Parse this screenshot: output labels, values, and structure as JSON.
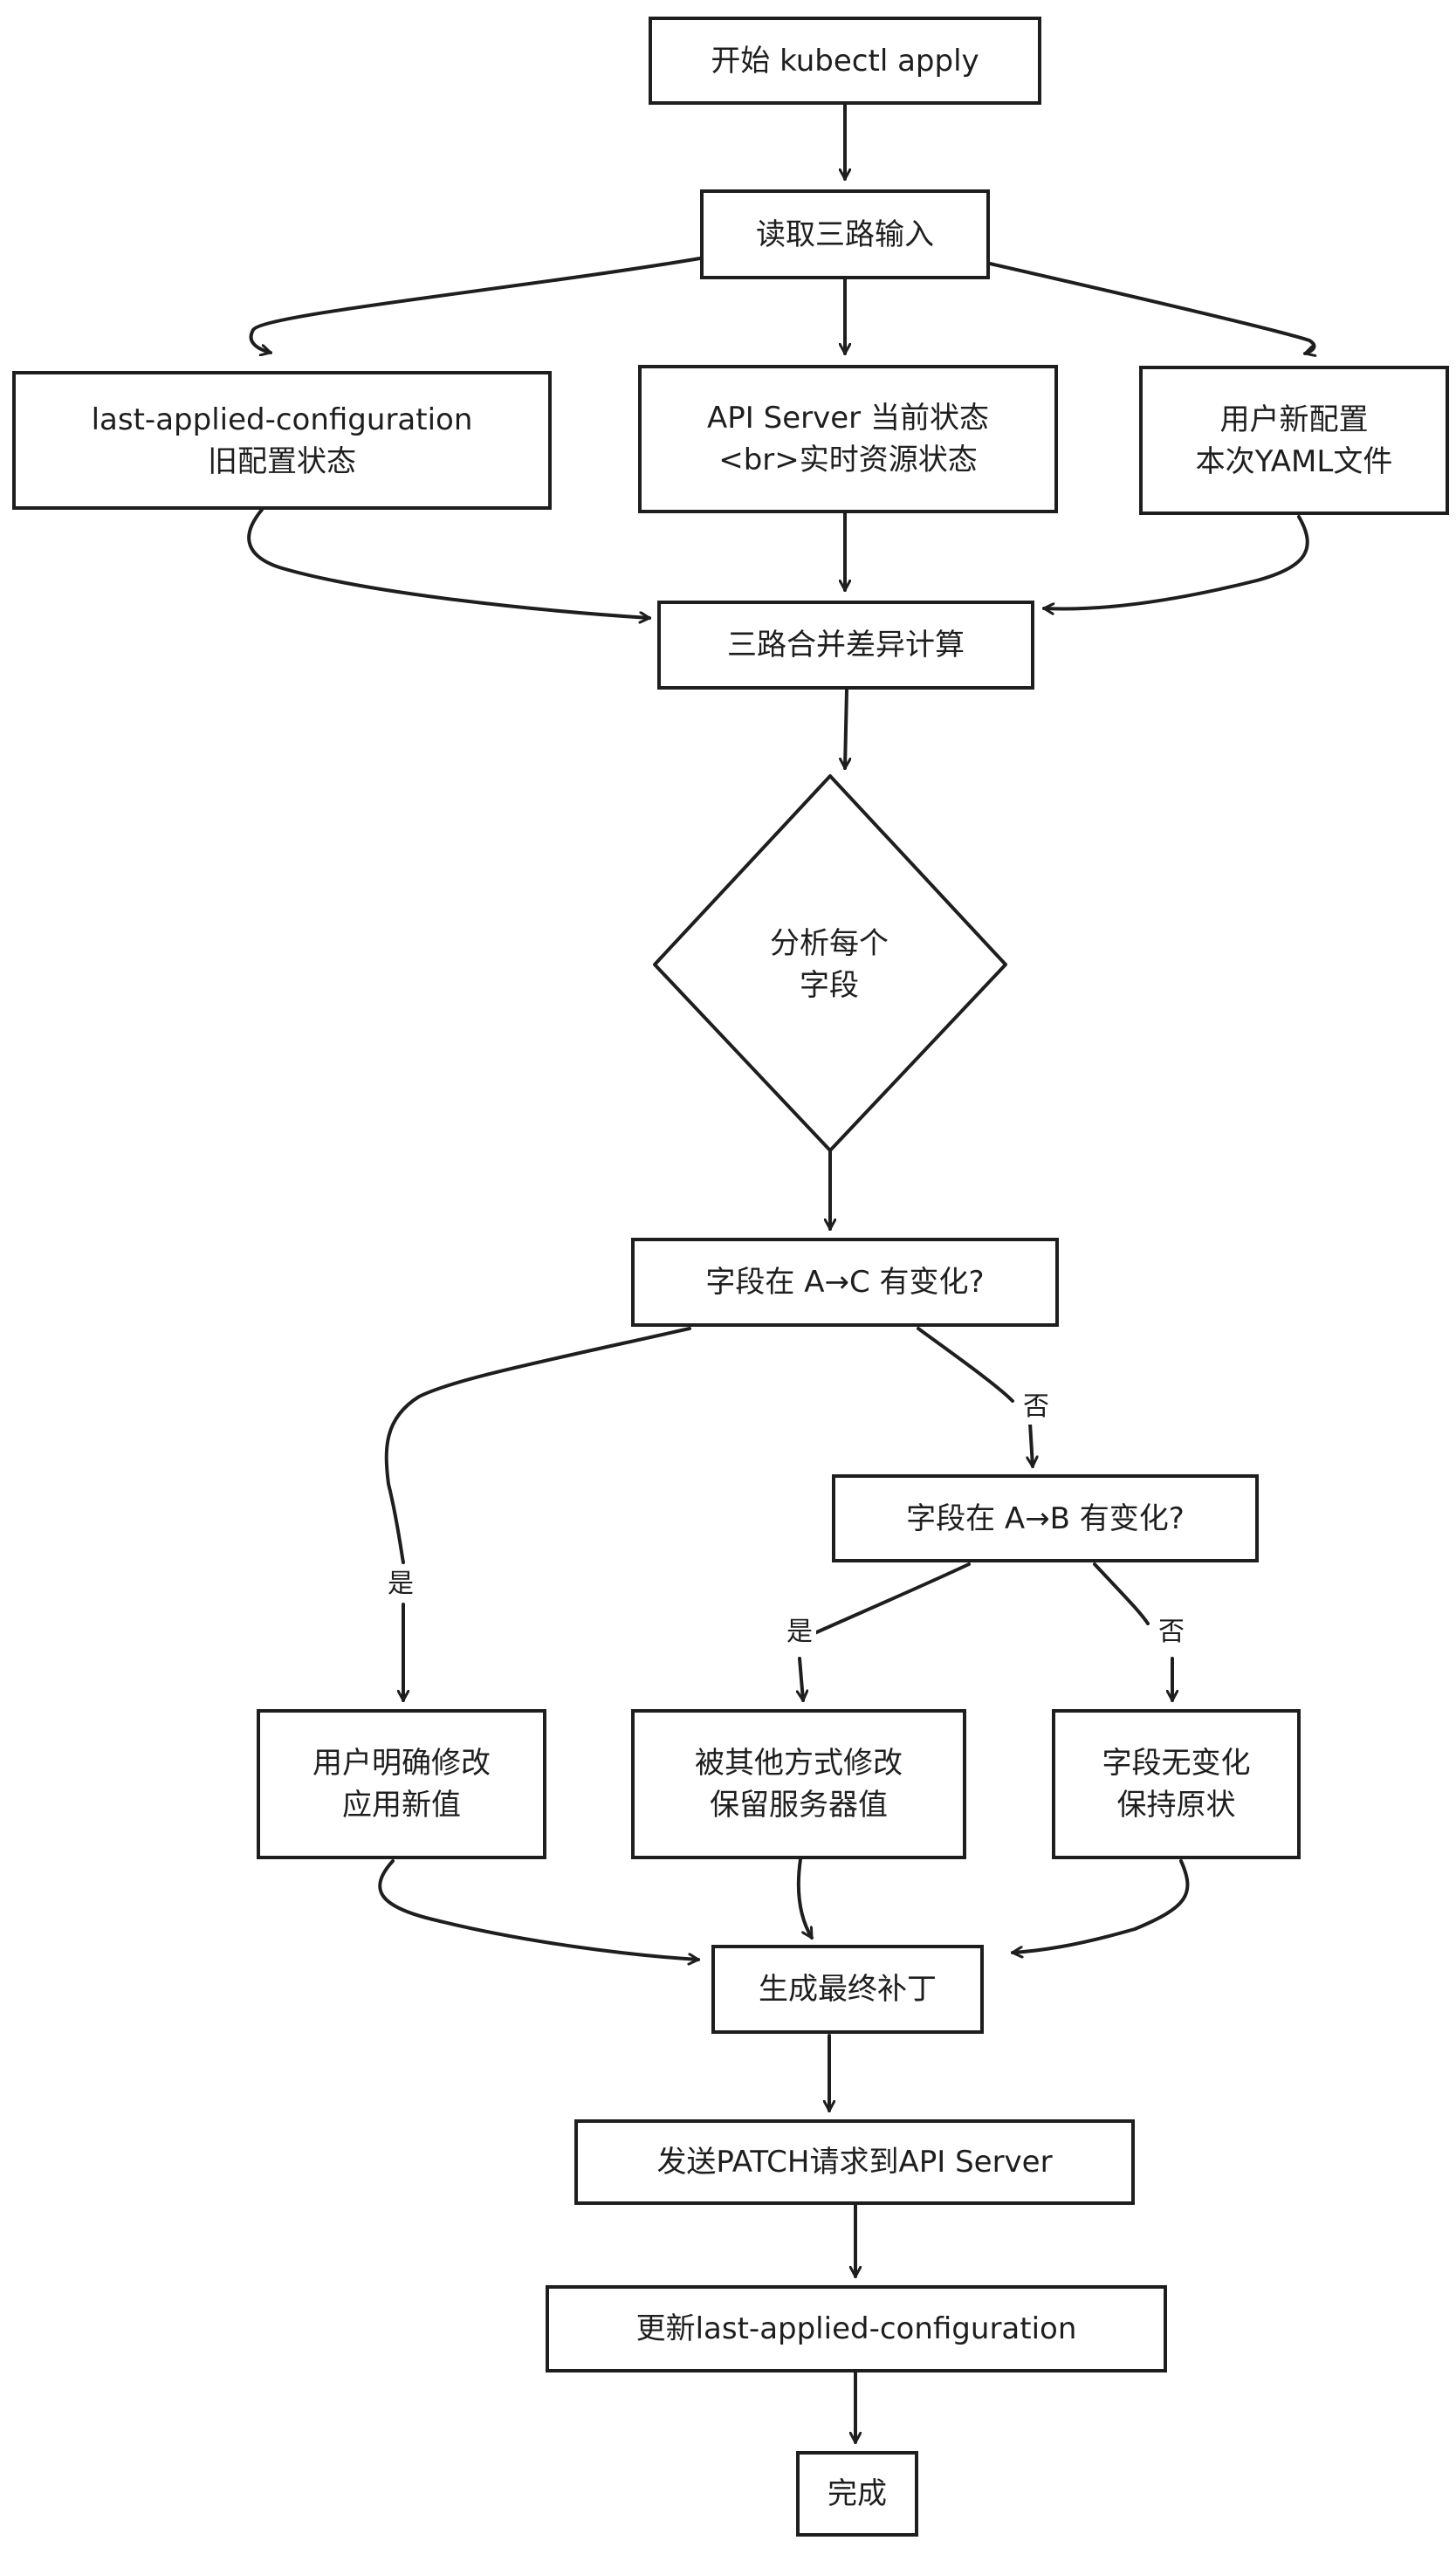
{
  "diagram": {
    "type": "flowchart",
    "nodes": {
      "start": "开始 kubectl apply",
      "read_inputs": "读取三路输入",
      "last_applied": "last-applied-configuration\n旧配置状态",
      "api_server_state": "API Server 当前状态\n<br>实时资源状态",
      "user_config": "用户新配置\n本次YAML文件",
      "merge": "三路合并差异计算",
      "analyze": "分析每个\n字段",
      "check_ac": "字段在 A→C 有变化?",
      "check_ab": "字段在 A→B 有变化?",
      "apply_new": "用户明确修改\n应用新值",
      "keep_server": "被其他方式修改\n保留服务器值",
      "unchanged": "字段无变化\n保持原状",
      "gen_patch": "生成最终补丁",
      "send_patch": "发送PATCH请求到API Server",
      "update_last": "更新last-applied-configuration",
      "done": "完成"
    },
    "edge_labels": {
      "ac_yes": "是",
      "ac_no": "否",
      "ab_yes": "是",
      "ab_no": "否"
    },
    "edges": [
      {
        "from": "start",
        "to": "read_inputs"
      },
      {
        "from": "read_inputs",
        "to": "last_applied"
      },
      {
        "from": "read_inputs",
        "to": "api_server_state"
      },
      {
        "from": "read_inputs",
        "to": "user_config"
      },
      {
        "from": "last_applied",
        "to": "merge"
      },
      {
        "from": "api_server_state",
        "to": "merge"
      },
      {
        "from": "user_config",
        "to": "merge"
      },
      {
        "from": "merge",
        "to": "analyze"
      },
      {
        "from": "analyze",
        "to": "check_ac"
      },
      {
        "from": "check_ac",
        "to": "apply_new",
        "label": "是"
      },
      {
        "from": "check_ac",
        "to": "check_ab",
        "label": "否"
      },
      {
        "from": "check_ab",
        "to": "keep_server",
        "label": "是"
      },
      {
        "from": "check_ab",
        "to": "unchanged",
        "label": "否"
      },
      {
        "from": "apply_new",
        "to": "gen_patch"
      },
      {
        "from": "keep_server",
        "to": "gen_patch"
      },
      {
        "from": "unchanged",
        "to": "gen_patch"
      },
      {
        "from": "gen_patch",
        "to": "send_patch"
      },
      {
        "from": "send_patch",
        "to": "update_last"
      },
      {
        "from": "update_last",
        "to": "done"
      }
    ]
  }
}
